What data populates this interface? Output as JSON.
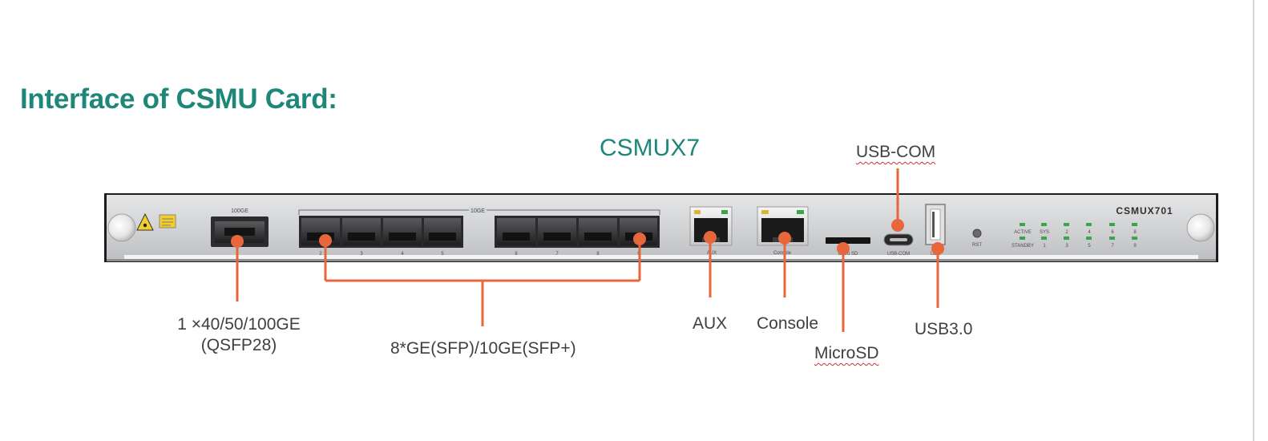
{
  "title": "Interface of CSMU Card:",
  "model_caption": "CSMUX7",
  "panel": {
    "model_label": "CSMUX701",
    "qsfp_group_label": "100GE",
    "sfp_group_label": "10GE",
    "sfp_port_numbers": [
      "2",
      "3",
      "4",
      "5",
      "6",
      "7",
      "8",
      "9"
    ],
    "aux_label": "AUX",
    "console_label": "Console",
    "microsd_label": "Micro SD",
    "usbcom_label": "USB-COM",
    "usb_label": "USB",
    "rst_label": "RST",
    "active_label": "ACTIVE",
    "standby_label": "STANDBY",
    "led_top_labels": [
      "SYS",
      "2",
      "4",
      "6",
      "8"
    ],
    "led_bottom_labels": [
      "1",
      "3",
      "5",
      "7",
      "9"
    ]
  },
  "callouts": {
    "qsfp_line1": "1 ×40/50/100GE",
    "qsfp_line2": "(QSFP28)",
    "sfp": "8*GE(SFP)/10GE(SFP+)",
    "aux": "AUX",
    "console": "Console",
    "microsd": "MicroSD",
    "usbcom": "USB-COM",
    "usb30": "USB3.0"
  },
  "colors": {
    "accent_teal": "#1e8779",
    "callout_orange": "#e8663c",
    "panel_silver": "#d2d3d5",
    "panel_dark": "#2e2e30",
    "led_green": "#3aa64a",
    "led_yellow": "#d9b531"
  }
}
